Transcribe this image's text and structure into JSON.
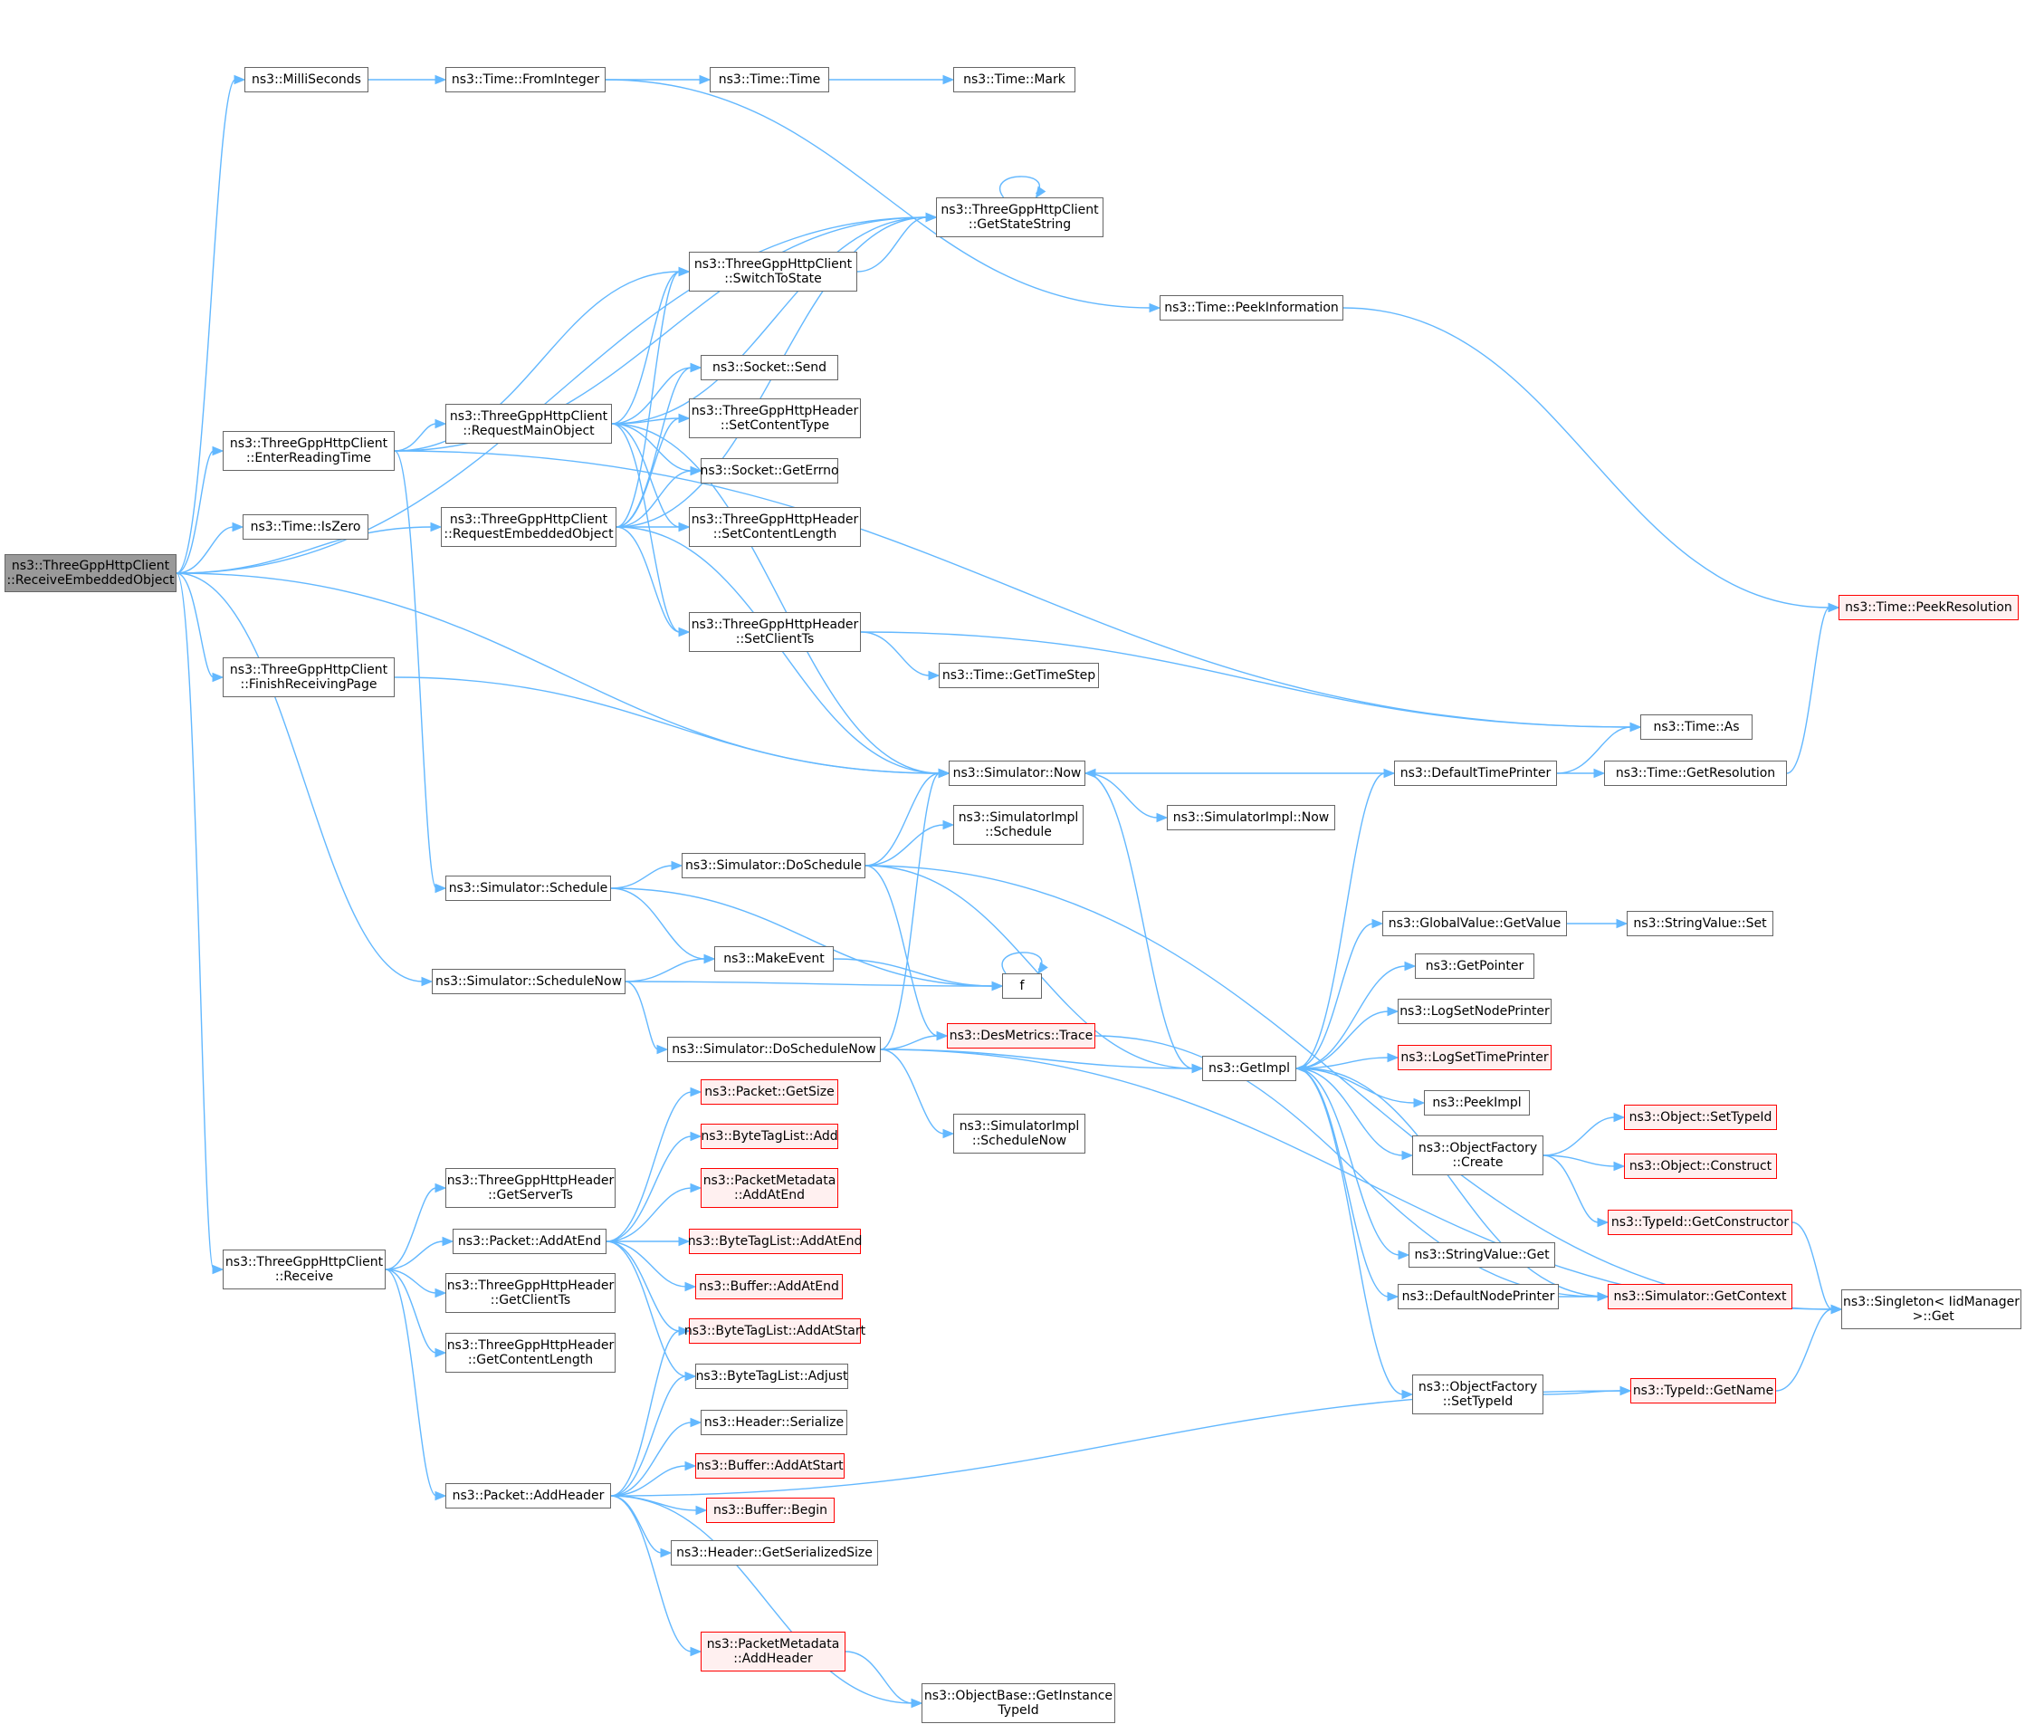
{
  "graph": {
    "nodes": [
      {
        "id": "root",
        "label": "ns3::ThreeGppHttpClient\n::ReceiveEmbeddedObject",
        "style": "root"
      },
      {
        "id": "millis",
        "label": "ns3::MilliSeconds"
      },
      {
        "id": "fromint",
        "label": "ns3::Time::FromInteger"
      },
      {
        "id": "timetime",
        "label": "ns3::Time::Time"
      },
      {
        "id": "mark",
        "label": "ns3::Time::Mark"
      },
      {
        "id": "getstate",
        "label": "ns3::ThreeGppHttpClient\n::GetStateString"
      },
      {
        "id": "switch",
        "label": "ns3::ThreeGppHttpClient\n::SwitchToState"
      },
      {
        "id": "peekinfo",
        "label": "ns3::Time::PeekInformation"
      },
      {
        "id": "send",
        "label": "ns3::Socket::Send"
      },
      {
        "id": "setctype",
        "label": "ns3::ThreeGppHttpHeader\n::SetContentType"
      },
      {
        "id": "enterread",
        "label": "ns3::ThreeGppHttpClient\n::EnterReadingTime"
      },
      {
        "id": "reqmain",
        "label": "ns3::ThreeGppHttpClient\n::RequestMainObject"
      },
      {
        "id": "geterrno",
        "label": "ns3::Socket::GetErrno"
      },
      {
        "id": "iszero",
        "label": "ns3::Time::IsZero"
      },
      {
        "id": "reqemb",
        "label": "ns3::ThreeGppHttpClient\n::RequestEmbeddedObject"
      },
      {
        "id": "setclen",
        "label": "ns3::ThreeGppHttpHeader\n::SetContentLength"
      },
      {
        "id": "peekres",
        "label": "ns3::Time::PeekResolution",
        "style": "trunc"
      },
      {
        "id": "setcts",
        "label": "ns3::ThreeGppHttpHeader\n::SetClientTs"
      },
      {
        "id": "finish",
        "label": "ns3::ThreeGppHttpClient\n::FinishReceivingPage"
      },
      {
        "id": "timestep",
        "label": "ns3::Time::GetTimeStep"
      },
      {
        "id": "as",
        "label": "ns3::Time::As"
      },
      {
        "id": "now",
        "label": "ns3::Simulator::Now"
      },
      {
        "id": "deftp",
        "label": "ns3::DefaultTimePrinter"
      },
      {
        "id": "getres",
        "label": "ns3::Time::GetResolution"
      },
      {
        "id": "implnow",
        "label": "ns3::SimulatorImpl::Now"
      },
      {
        "id": "implsched",
        "label": "ns3::SimulatorImpl\n::Schedule"
      },
      {
        "id": "dosched",
        "label": "ns3::Simulator::DoSchedule"
      },
      {
        "id": "sched",
        "label": "ns3::Simulator::Schedule"
      },
      {
        "id": "gvgetvalue",
        "label": "ns3::GlobalValue::GetValue"
      },
      {
        "id": "svset",
        "label": "ns3::StringValue::Set"
      },
      {
        "id": "makeevent",
        "label": "ns3::MakeEvent"
      },
      {
        "id": "getpointer",
        "label": "ns3::GetPointer"
      },
      {
        "id": "f",
        "label": "f"
      },
      {
        "id": "schednow",
        "label": "ns3::Simulator::ScheduleNow"
      },
      {
        "id": "logsnp",
        "label": "ns3::LogSetNodePrinter"
      },
      {
        "id": "doschednow",
        "label": "ns3::Simulator::DoScheduleNow"
      },
      {
        "id": "trace",
        "label": "ns3::DesMetrics::Trace",
        "style": "trunc"
      },
      {
        "id": "getimpl",
        "label": "ns3::GetImpl"
      },
      {
        "id": "logstp",
        "label": "ns3::LogSetTimePrinter",
        "style": "trunc"
      },
      {
        "id": "pgetsize",
        "label": "ns3::Packet::GetSize",
        "style": "trunc"
      },
      {
        "id": "peekimpl",
        "label": "ns3::PeekImpl"
      },
      {
        "id": "btladd",
        "label": "ns3::ByteTagList::Add",
        "style": "trunc"
      },
      {
        "id": "implschednow",
        "label": "ns3::SimulatorImpl\n::ScheduleNow"
      },
      {
        "id": "settypeid",
        "label": "ns3::Object::SetTypeId",
        "style": "trunc"
      },
      {
        "id": "ofcreate",
        "label": "ns3::ObjectFactory\n::Create"
      },
      {
        "id": "getserverts",
        "label": "ns3::ThreeGppHttpHeader\n::GetServerTs"
      },
      {
        "id": "pmaddatend",
        "label": "ns3::PacketMetadata\n::AddAtEnd",
        "style": "trunc"
      },
      {
        "id": "objconstruct",
        "label": "ns3::Object::Construct",
        "style": "trunc"
      },
      {
        "id": "getctor",
        "label": "ns3::TypeId::GetConstructor",
        "style": "trunc"
      },
      {
        "id": "paddatend",
        "label": "ns3::Packet::AddAtEnd"
      },
      {
        "id": "btladdatend",
        "label": "ns3::ByteTagList::AddAtEnd",
        "style": "trunc"
      },
      {
        "id": "receive",
        "label": "ns3::ThreeGppHttpClient\n::Receive"
      },
      {
        "id": "svget",
        "label": "ns3::StringValue::Get"
      },
      {
        "id": "buffaddatend",
        "label": "ns3::Buffer::AddAtEnd",
        "style": "trunc"
      },
      {
        "id": "getclientts",
        "label": "ns3::ThreeGppHttpHeader\n::GetClientTs"
      },
      {
        "id": "defnp",
        "label": "ns3::DefaultNodePrinter"
      },
      {
        "id": "getcontext",
        "label": "ns3::Simulator::GetContext",
        "style": "trunc"
      },
      {
        "id": "singleton",
        "label": "ns3::Singleton< IidManager\n >::Get"
      },
      {
        "id": "btladdatstart",
        "label": "ns3::ByteTagList::AddAtStart",
        "style": "trunc"
      },
      {
        "id": "getclen",
        "label": "ns3::ThreeGppHttpHeader\n::GetContentLength"
      },
      {
        "id": "btladjust",
        "label": "ns3::ByteTagList::Adjust"
      },
      {
        "id": "ofsettypeid",
        "label": "ns3::ObjectFactory\n::SetTypeId"
      },
      {
        "id": "getname",
        "label": "ns3::TypeId::GetName",
        "style": "trunc"
      },
      {
        "id": "hdrserialize",
        "label": "ns3::Header::Serialize"
      },
      {
        "id": "buffaddatstart",
        "label": "ns3::Buffer::AddAtStart",
        "style": "trunc"
      },
      {
        "id": "paddheader",
        "label": "ns3::Packet::AddHeader"
      },
      {
        "id": "buffbegin",
        "label": "ns3::Buffer::Begin",
        "style": "trunc"
      },
      {
        "id": "hdrgetsize",
        "label": "ns3::Header::GetSerializedSize"
      },
      {
        "id": "pmaddheader",
        "label": "ns3::PacketMetadata\n::AddHeader",
        "style": "trunc"
      },
      {
        "id": "getinsttid",
        "label": "ns3::ObjectBase::GetInstance\nTypeId"
      }
    ],
    "edges": [
      [
        "root",
        "millis"
      ],
      [
        "root",
        "getstate"
      ],
      [
        "root",
        "enterread"
      ],
      [
        "root",
        "iszero"
      ],
      [
        "root",
        "reqemb"
      ],
      [
        "root",
        "finish"
      ],
      [
        "root",
        "now"
      ],
      [
        "root",
        "schednow"
      ],
      [
        "root",
        "receive"
      ],
      [
        "millis",
        "fromint"
      ],
      [
        "fromint",
        "timetime"
      ],
      [
        "fromint",
        "peekinfo"
      ],
      [
        "timetime",
        "mark"
      ],
      [
        "getstate",
        "getstate"
      ],
      [
        "switch",
        "getstate"
      ],
      [
        "peekinfo",
        "peekres"
      ],
      [
        "enterread",
        "getstate"
      ],
      [
        "enterread",
        "switch"
      ],
      [
        "enterread",
        "reqmain"
      ],
      [
        "enterread",
        "sched"
      ],
      [
        "enterread",
        "as"
      ],
      [
        "reqmain",
        "getstate"
      ],
      [
        "reqmain",
        "switch"
      ],
      [
        "reqmain",
        "send"
      ],
      [
        "reqmain",
        "setctype"
      ],
      [
        "reqmain",
        "geterrno"
      ],
      [
        "reqmain",
        "setclen"
      ],
      [
        "reqmain",
        "setcts"
      ],
      [
        "reqmain",
        "now"
      ],
      [
        "reqemb",
        "switch"
      ],
      [
        "reqemb",
        "send"
      ],
      [
        "reqemb",
        "setctype"
      ],
      [
        "reqemb",
        "geterrno"
      ],
      [
        "reqemb",
        "setclen"
      ],
      [
        "reqemb",
        "setcts"
      ],
      [
        "reqemb",
        "getstate"
      ],
      [
        "reqemb",
        "now"
      ],
      [
        "setcts",
        "timestep"
      ],
      [
        "setcts",
        "as"
      ],
      [
        "finish",
        "now"
      ],
      [
        "now",
        "implnow"
      ],
      [
        "now",
        "getimpl"
      ],
      [
        "deftp",
        "now"
      ],
      [
        "deftp",
        "as"
      ],
      [
        "deftp",
        "getres"
      ],
      [
        "getres",
        "peekres"
      ],
      [
        "sched",
        "dosched"
      ],
      [
        "sched",
        "makeevent"
      ],
      [
        "sched",
        "f"
      ],
      [
        "dosched",
        "now"
      ],
      [
        "dosched",
        "implsched"
      ],
      [
        "dosched",
        "trace"
      ],
      [
        "dosched",
        "getimpl"
      ],
      [
        "dosched",
        "singleton"
      ],
      [
        "schednow",
        "makeevent"
      ],
      [
        "schednow",
        "f"
      ],
      [
        "schednow",
        "doschednow"
      ],
      [
        "makeevent",
        "f"
      ],
      [
        "f",
        "f"
      ],
      [
        "doschednow",
        "now"
      ],
      [
        "doschednow",
        "trace"
      ],
      [
        "doschednow",
        "getimpl"
      ],
      [
        "doschednow",
        "implschednow"
      ],
      [
        "doschednow",
        "singleton"
      ],
      [
        "trace",
        "getcontext"
      ],
      [
        "getimpl",
        "deftp"
      ],
      [
        "getimpl",
        "gvgetvalue"
      ],
      [
        "getimpl",
        "getpointer"
      ],
      [
        "getimpl",
        "logsnp"
      ],
      [
        "getimpl",
        "logstp"
      ],
      [
        "getimpl",
        "peekimpl"
      ],
      [
        "getimpl",
        "ofcreate"
      ],
      [
        "getimpl",
        "svget"
      ],
      [
        "getimpl",
        "defnp"
      ],
      [
        "getimpl",
        "ofsettypeid"
      ],
      [
        "gvgetvalue",
        "svset"
      ],
      [
        "ofcreate",
        "settypeid"
      ],
      [
        "ofcreate",
        "objconstruct"
      ],
      [
        "ofcreate",
        "getctor"
      ],
      [
        "getctor",
        "singleton"
      ],
      [
        "defnp",
        "getcontext"
      ],
      [
        "getcontext",
        "getimpl"
      ],
      [
        "ofsettypeid",
        "getname"
      ],
      [
        "getname",
        "singleton"
      ],
      [
        "receive",
        "getserverts"
      ],
      [
        "receive",
        "paddatend"
      ],
      [
        "receive",
        "getclientts"
      ],
      [
        "receive",
        "getclen"
      ],
      [
        "receive",
        "paddheader"
      ],
      [
        "paddatend",
        "pgetsize"
      ],
      [
        "paddatend",
        "btladd"
      ],
      [
        "paddatend",
        "pmaddatend"
      ],
      [
        "paddatend",
        "btladdatend"
      ],
      [
        "paddatend",
        "buffaddatend"
      ],
      [
        "paddatend",
        "btladdatstart"
      ],
      [
        "paddatend",
        "btladjust"
      ],
      [
        "paddheader",
        "btladdatstart"
      ],
      [
        "paddheader",
        "btladjust"
      ],
      [
        "paddheader",
        "hdrserialize"
      ],
      [
        "paddheader",
        "buffaddatstart"
      ],
      [
        "paddheader",
        "buffbegin"
      ],
      [
        "paddheader",
        "hdrgetsize"
      ],
      [
        "paddheader",
        "pmaddheader"
      ],
      [
        "paddheader",
        "getinsttid"
      ],
      [
        "paddheader",
        "getname"
      ],
      [
        "pmaddheader",
        "getinsttid"
      ]
    ]
  }
}
